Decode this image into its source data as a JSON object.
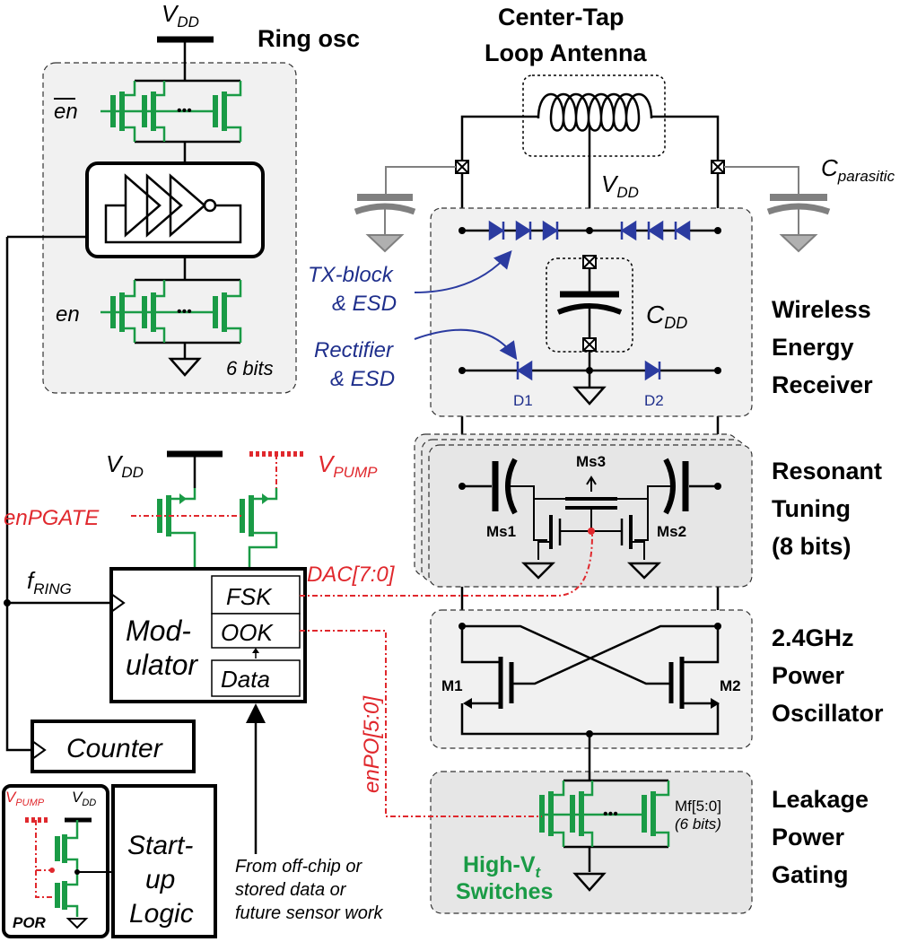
{
  "labels": {
    "vdd_top": "V",
    "vdd_top_sub": "DD",
    "ring_osc": "Ring osc",
    "en_bar": "en",
    "en": "en",
    "six_bits_ring": "6 bits",
    "antenna_title_1": "Center-Tap",
    "antenna_title_2": "Loop Antenna",
    "vdd_antenna": "V",
    "vdd_antenna_sub": "DD",
    "cparasitic": "C",
    "cparasitic_sub": "parasitic",
    "tx_block_1": "TX-block",
    "tx_block_2": "& ESD",
    "rectifier_1": "Rectifier",
    "rectifier_2": "& ESD",
    "cdd": "C",
    "cdd_sub": "DD",
    "d1": "D1",
    "d2": "D2",
    "wer_1": "Wireless",
    "wer_2": "Energy",
    "wer_3": "Receiver",
    "rt_1": "Resonant",
    "rt_2": "Tuning",
    "rt_3": "(8 bits)",
    "ms1": "Ms1",
    "ms2": "Ms2",
    "ms3": "Ms3",
    "po_1": "2.4GHz",
    "po_2": "Power",
    "po_3": "Oscillator",
    "m1": "M1",
    "m2": "M2",
    "lpg_1": "Leakage",
    "lpg_2": "Power",
    "lpg_3": "Gating",
    "mf": "Mf[5:0]",
    "mf_bits": "(6 bits)",
    "highvt_1": "High-V",
    "highvt_1_sub": "t",
    "highvt_2": "Switches",
    "vdd_mod": "V",
    "vdd_mod_sub": "DD",
    "vpump": "V",
    "vpump_sub": "PUMP",
    "enpgate": "enPGATE",
    "fring": "f",
    "fring_sub": "RING",
    "dac": "DAC[7:0]",
    "fsk": "FSK",
    "ook": "OOK",
    "data": "Data",
    "mod_1": "Mod-",
    "mod_2": "ulator",
    "counter": "Counter",
    "enpo": "enPO[5:0]",
    "por_vpump": "V",
    "por_vpump_sub": "PUMP",
    "por_vdd": "V",
    "por_vdd_sub": "DD",
    "por": "POR",
    "startup_1": "Start-",
    "startup_2": "up",
    "startup_3": "Logic",
    "offchip_1": "From off-chip or",
    "offchip_2": "stored data or",
    "offchip_3": "future sensor work"
  },
  "colors": {
    "control_red": "#e0282d",
    "transistor_green": "#1a9b46",
    "esd_blue": "#2b3ba0"
  }
}
